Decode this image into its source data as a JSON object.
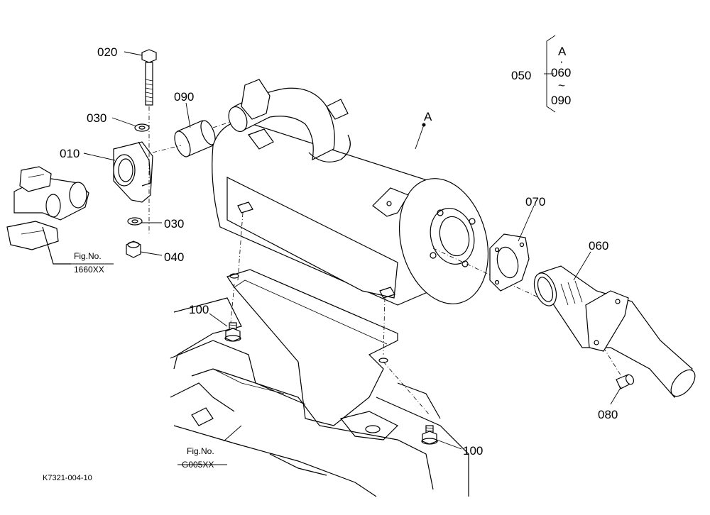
{
  "labels": {
    "p020": "020",
    "p030a": "030",
    "p090": "090",
    "p010": "010",
    "p030b": "030",
    "p040": "040",
    "p100a": "100",
    "p100b": "100",
    "pA": "A",
    "p070": "070",
    "p060": "060",
    "p080": "080"
  },
  "refs": {
    "fig1_line1": "Fig.No.",
    "fig1_line2": "1660XX",
    "fig2_line1": "Fig.No.",
    "fig2_line2": "G005XX"
  },
  "set_group": {
    "number": "050",
    "item_a": "A",
    "dot": "·",
    "item_start": "060",
    "tilde": "~",
    "item_end": "090"
  },
  "drawing_code": "K7321-004-10"
}
